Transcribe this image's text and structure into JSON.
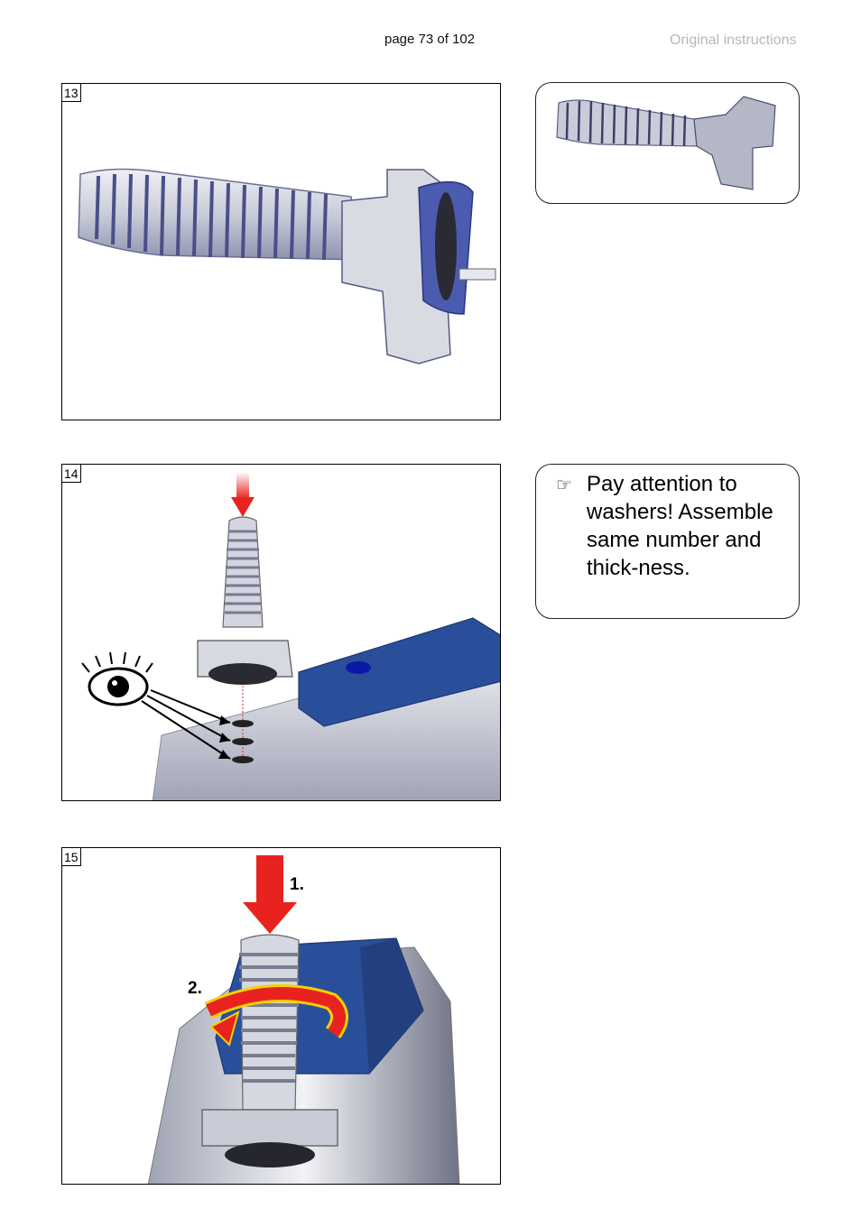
{
  "header": {
    "page_number": "page 73 of 102",
    "document_type": "Original instructions"
  },
  "figures": [
    {
      "number": "13"
    },
    {
      "number": "14"
    },
    {
      "number": "15",
      "steps": [
        "1.",
        "2."
      ]
    }
  ],
  "note": {
    "icon": "pointing-hand-icon",
    "icon_glyph": "☞",
    "text": "Pay attention to washers! Assemble same number and thick-ness."
  },
  "colors": {
    "accent_blue": "#2a4f9a",
    "arrow_red": "#e8231f",
    "metal": "#d5d8e0"
  }
}
